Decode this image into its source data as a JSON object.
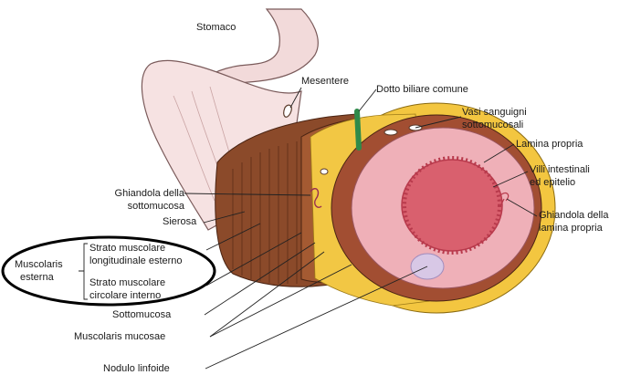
{
  "labels": {
    "stomaco": "Stomaco",
    "mesentere": "Mesentere",
    "dotto_biliare": "Dotto biliare comune",
    "vasi_line1": "Vasi sanguigni",
    "vasi_line2": "sottomucosali",
    "lamina_propria": "Lamina propria",
    "villi_line1": "Villi intestinali",
    "villi_line2": "ed epitelio",
    "ghiandola_lp_line1": "Ghiandola della",
    "ghiandola_lp_line2": "lamina propria",
    "ghiandola_sm_line1": "Ghiandola della",
    "ghiandola_sm_line2": "sottomucosa",
    "sierosa": "Sierosa",
    "muscolaris_esterna_line1": "Muscolaris",
    "muscolaris_esterna_line2": "esterna",
    "strato_long_line1": "Strato muscolare",
    "strato_long_line2": "longitudinale esterno",
    "strato_circ_line1": "Strato muscolare",
    "strato_circ_line2": "circolare interno",
    "sottomucosa": "Sottomucosa",
    "muscolaris_mucosae": "Muscolaris mucosae",
    "nodulo_linfoide": "Nodulo linfoide"
  },
  "colors": {
    "stomach_fill": "#f2dada",
    "stomach_stroke": "#7a5a5a",
    "muscle_outer": "#8b4a2a",
    "muscle_inner": "#a45a32",
    "submucosa": "#f3c640",
    "mucosa": "#efb0b8",
    "lumen": "#d9606e",
    "villi": "#b83a4c",
    "bile_duct": "#2f8a4a",
    "leader": "#222222",
    "ellipse": "#000000"
  }
}
